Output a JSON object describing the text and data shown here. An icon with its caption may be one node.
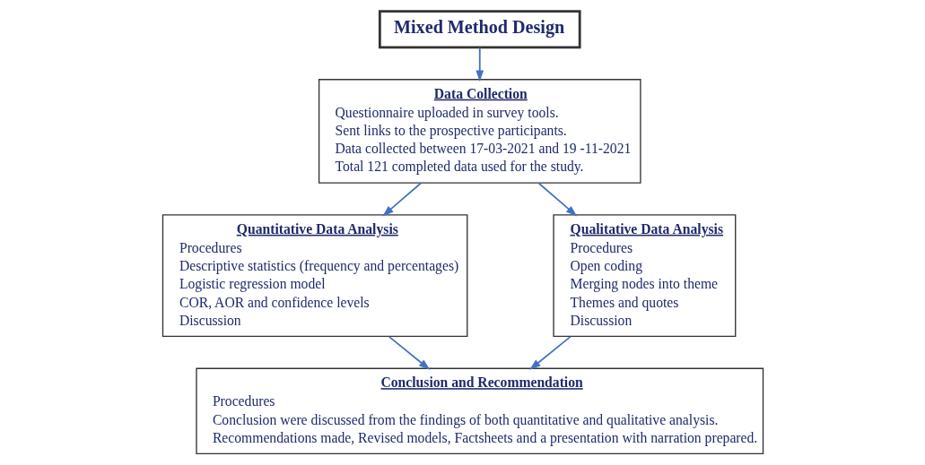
{
  "diagram": {
    "nodes": [
      {
        "text": [
          "Mixed Method Design"
        ]
      },
      {
        "text": [
          "Data Collection",
          "Questionnaire uploaded in survey tools.",
          "Sent links to the prospective participants.",
          "Data collected between 17-03-2021 and 19 -11-2021",
          "Total 121 completed data used for the study."
        ]
      },
      {
        "text": [
          "Quantitative Data Analysis",
          "Procedures",
          "Descriptive statistics (frequency and percentages)",
          "Logistic regression model",
          "COR, AOR and confidence levels",
          "Discussion"
        ]
      },
      {
        "text": [
          "Qualitative Data Analysis",
          "Procedures",
          "Open coding",
          "Merging nodes into theme",
          "Themes and quotes",
          "Discussion"
        ]
      },
      {
        "text": [
          "Conclusion and Recommendation",
          "Procedures",
          "Conclusion were discussed from the findings of both quantitative and qualitative analysis.",
          "Recommendations made, Revised models, Factsheets and a presentation with narration prepared."
        ]
      }
    ],
    "edges": [
      {
        "from": 0,
        "to": 1,
        "arrow": "to"
      },
      {
        "from": 1,
        "to": 2,
        "arrow": "to"
      },
      {
        "from": 1,
        "to": 3,
        "arrow": "to"
      },
      {
        "from": 2,
        "to": 4,
        "arrow": "to"
      },
      {
        "from": 3,
        "to": 4,
        "arrow": "to"
      }
    ]
  }
}
